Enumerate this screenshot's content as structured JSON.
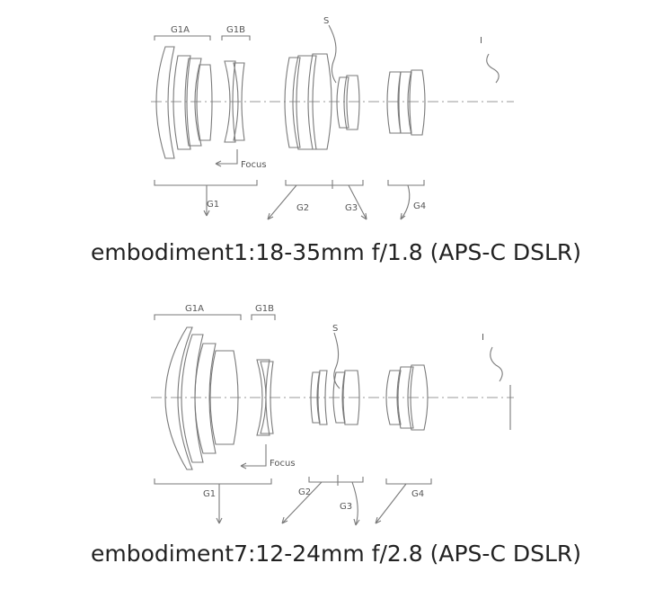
{
  "embodiments": [
    {
      "caption": "embodiment1:18-35mm f/1.8 (APS-C DSLR)",
      "labels": {
        "g1a": "G1A",
        "g1b": "G1B",
        "stop": "S",
        "image": "I",
        "focus": "Focus",
        "g1": "G1",
        "g2": "G2",
        "g3": "G3",
        "g4": "G4"
      }
    },
    {
      "caption": "embodiment7:12-24mm f/2.8 (APS-C DSLR)",
      "labels": {
        "g1a": "G1A",
        "g1b": "G1B",
        "stop": "S",
        "image": "I",
        "focus": "Focus",
        "g1": "G1",
        "g2": "G2",
        "g3": "G3",
        "g4": "G4"
      }
    }
  ]
}
